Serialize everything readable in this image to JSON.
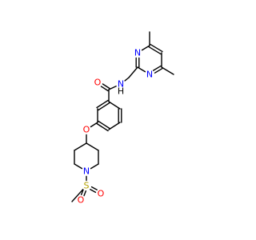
{
  "canvas": {
    "background": "#ffffff"
  },
  "colors": {
    "C": "#000000",
    "N": "#0000ff",
    "O": "#ff0000",
    "S": "#b3a100"
  },
  "atoms": [
    {
      "id": "me1",
      "element": "C",
      "label": ""
    },
    {
      "id": "pc4",
      "element": "C",
      "label": ""
    },
    {
      "id": "pc5",
      "element": "C",
      "label": ""
    },
    {
      "id": "pc6",
      "element": "C",
      "label": ""
    },
    {
      "id": "me2",
      "element": "C",
      "label": ""
    },
    {
      "id": "pn3",
      "element": "N",
      "label": "N"
    },
    {
      "id": "pn1",
      "element": "N",
      "label": "N"
    },
    {
      "id": "pc2",
      "element": "C",
      "label": ""
    },
    {
      "id": "ch2",
      "element": "C",
      "label": ""
    },
    {
      "id": "nh",
      "element": "N",
      "label": "N"
    },
    {
      "id": "h",
      "element": "H",
      "label": "H"
    },
    {
      "id": "cco",
      "element": "C",
      "label": ""
    },
    {
      "id": "ocarb",
      "element": "O",
      "label": "O"
    },
    {
      "id": "b1",
      "element": "C",
      "label": ""
    },
    {
      "id": "b2",
      "element": "C",
      "label": ""
    },
    {
      "id": "b3",
      "element": "C",
      "label": ""
    },
    {
      "id": "b4",
      "element": "C",
      "label": ""
    },
    {
      "id": "b5",
      "element": "C",
      "label": ""
    },
    {
      "id": "b6",
      "element": "C",
      "label": ""
    },
    {
      "id": "oeth",
      "element": "O",
      "label": "O"
    },
    {
      "id": "p4",
      "element": "C",
      "label": ""
    },
    {
      "id": "p3",
      "element": "C",
      "label": ""
    },
    {
      "id": "p2",
      "element": "C",
      "label": ""
    },
    {
      "id": "pn",
      "element": "N",
      "label": "N"
    },
    {
      "id": "p6",
      "element": "C",
      "label": ""
    },
    {
      "id": "p5",
      "element": "C",
      "label": ""
    },
    {
      "id": "s",
      "element": "S",
      "label": "S"
    },
    {
      "id": "os1",
      "element": "O",
      "label": "O"
    },
    {
      "id": "os2",
      "element": "O",
      "label": "O"
    },
    {
      "id": "ms",
      "element": "C",
      "label": ""
    }
  ],
  "bonds": [
    {
      "a": "me1",
      "b": "pc4",
      "order": 1
    },
    {
      "a": "pc4",
      "b": "pc5",
      "order": 2
    },
    {
      "a": "pc5",
      "b": "pc6",
      "order": 1
    },
    {
      "a": "pc6",
      "b": "me2",
      "order": 1
    },
    {
      "a": "pc6",
      "b": "pn1",
      "order": 2
    },
    {
      "a": "pn1",
      "b": "pc2",
      "order": 1
    },
    {
      "a": "pc2",
      "b": "pn3",
      "order": 2
    },
    {
      "a": "pn3",
      "b": "pc4",
      "order": 1
    },
    {
      "a": "pc2",
      "b": "ch2",
      "order": 1
    },
    {
      "a": "ch2",
      "b": "nh",
      "order": 1
    },
    {
      "a": "nh",
      "b": "cco",
      "order": 1
    },
    {
      "a": "cco",
      "b": "ocarb",
      "order": 2
    },
    {
      "a": "cco",
      "b": "b1",
      "order": 1
    },
    {
      "a": "b1",
      "b": "b2",
      "order": 2
    },
    {
      "a": "b2",
      "b": "b3",
      "order": 1
    },
    {
      "a": "b3",
      "b": "b4",
      "order": 2
    },
    {
      "a": "b4",
      "b": "b5",
      "order": 1
    },
    {
      "a": "b5",
      "b": "b6",
      "order": 2
    },
    {
      "a": "b6",
      "b": "b1",
      "order": 1
    },
    {
      "a": "b3",
      "b": "oeth",
      "order": 1
    },
    {
      "a": "oeth",
      "b": "p4",
      "order": 1
    },
    {
      "a": "p4",
      "b": "p3",
      "order": 1
    },
    {
      "a": "p3",
      "b": "p2",
      "order": 1
    },
    {
      "a": "p2",
      "b": "pn",
      "order": 1
    },
    {
      "a": "pn",
      "b": "p6",
      "order": 1
    },
    {
      "a": "p6",
      "b": "p5",
      "order": 1
    },
    {
      "a": "p5",
      "b": "p4",
      "order": 1
    },
    {
      "a": "pn",
      "b": "s",
      "order": 1
    },
    {
      "a": "s",
      "b": "os1",
      "order": 2
    },
    {
      "a": "s",
      "b": "os2",
      "order": 2
    },
    {
      "a": "s",
      "b": "ms",
      "order": 1
    }
  ]
}
